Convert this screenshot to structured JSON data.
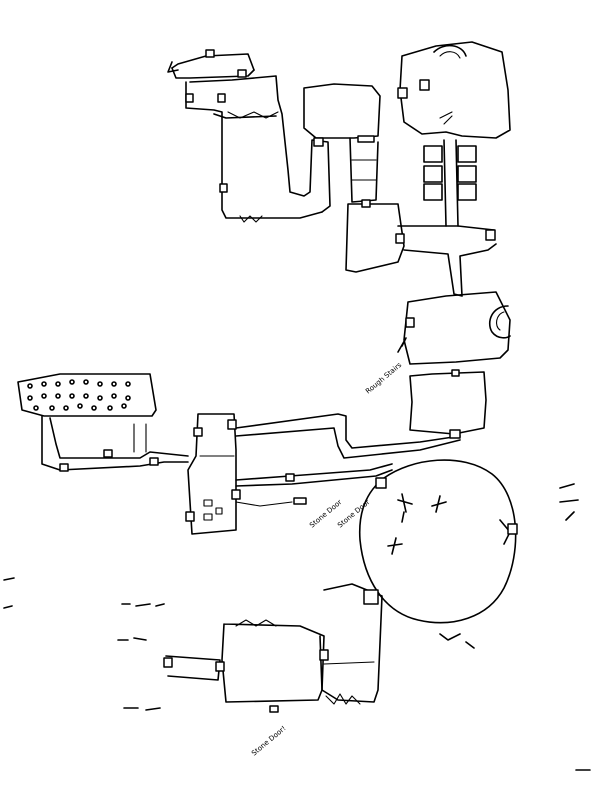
{
  "map": {
    "labels": [
      {
        "id": "rough-stairs",
        "text": "Rough Stairs"
      },
      {
        "id": "stone-door",
        "text": "Stone Door"
      },
      {
        "id": "stone-door-2",
        "text": "Stone Door"
      },
      {
        "id": "stone-door-3",
        "text": "Stone Door!"
      }
    ]
  }
}
